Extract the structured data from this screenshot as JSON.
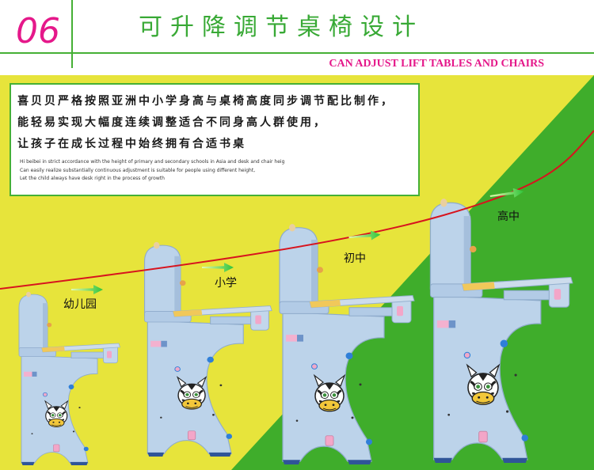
{
  "header": {
    "section_number": "06",
    "title_cn": "可升降调节桌椅设计",
    "title_en": "CAN ADJUST LIFT TABLES AND CHAIRS"
  },
  "description": {
    "cn_lines": [
      "喜贝贝严格按照亚洲中小学身高与桌椅高度同步调节配比制作，",
      "能轻易实现大幅度连续调整适合不同身高人群使用，",
      "让孩子在成长过程中始终拥有合适书桌"
    ],
    "en_lines": [
      "Hi beibei in strict accordance with the height of primary and secondary schools in Asia and desk and chair heig",
      "Can easily realize substantially continuous adjustment is suitable for people using different height,",
      "Let the child always have desk right in the process of growth"
    ]
  },
  "stages": [
    {
      "label": "幼儿园"
    },
    {
      "label": "小学"
    },
    {
      "label": "初中"
    },
    {
      "label": "高中"
    }
  ],
  "colors": {
    "accent_magenta": "#e5188a",
    "title_green": "#38a935",
    "border_green": "#45b035",
    "background_yellow": "#e7e43b",
    "background_green": "#3fad2b",
    "curve_red": "#d7141e",
    "desk_blue": "#bcd3ea"
  }
}
